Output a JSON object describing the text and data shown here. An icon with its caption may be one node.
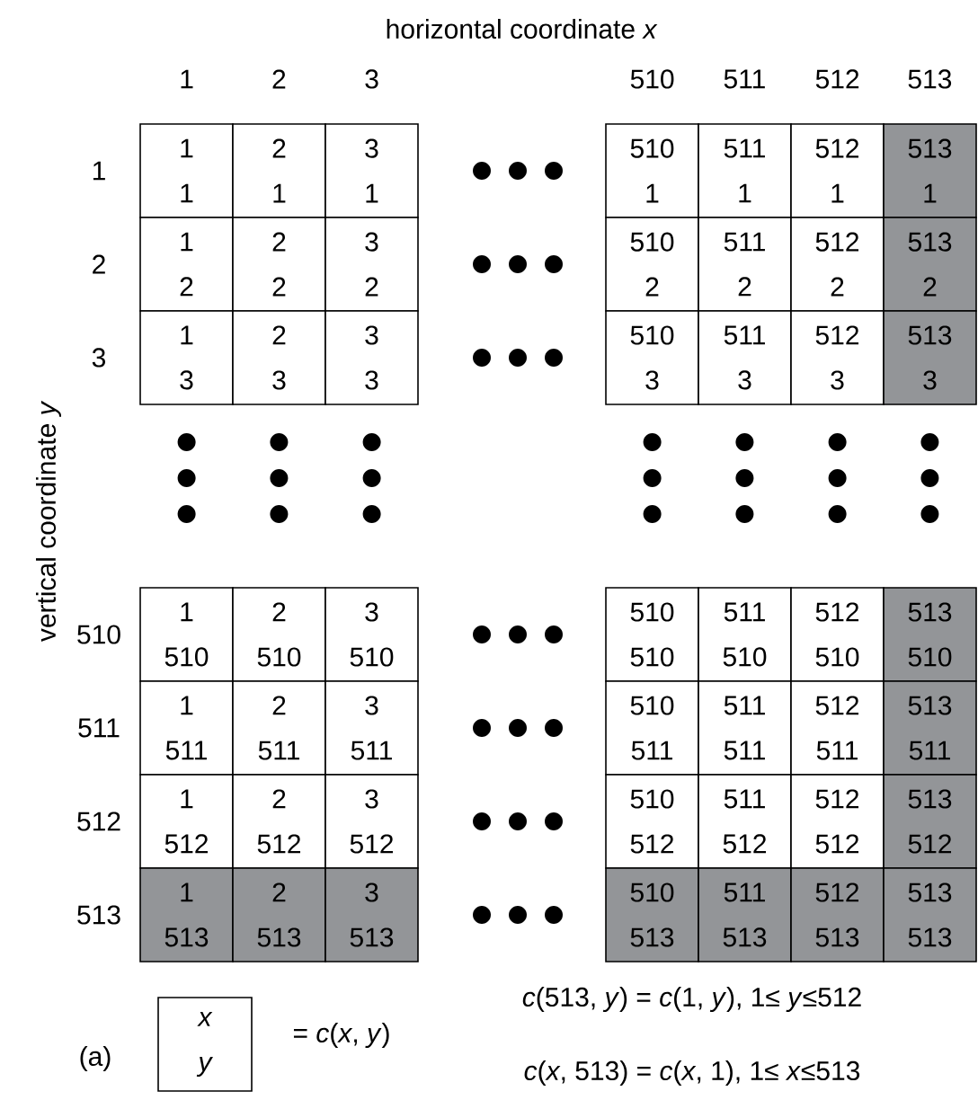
{
  "diagram": {
    "nodes": [
      {
        "text": [
          "1",
          "1"
        ]
      },
      {
        "text": [
          "2",
          "1"
        ]
      },
      {
        "text": [
          "3",
          "1"
        ]
      },
      {
        "text": [
          "510",
          "1"
        ]
      },
      {
        "text": [
          "511",
          "1"
        ]
      },
      {
        "text": [
          "512",
          "1"
        ]
      },
      {
        "text": [
          "513",
          "1"
        ]
      },
      {
        "text": [
          "1",
          "2"
        ]
      },
      {
        "text": [
          "2",
          "2"
        ]
      },
      {
        "text": [
          "3",
          "2"
        ]
      },
      {
        "text": [
          "510",
          "2"
        ]
      },
      {
        "text": [
          "511",
          "2"
        ]
      },
      {
        "text": [
          "512",
          "2"
        ]
      },
      {
        "text": [
          "513",
          "2"
        ]
      },
      {
        "text": [
          "1",
          "3"
        ]
      },
      {
        "text": [
          "2",
          "3"
        ]
      },
      {
        "text": [
          "3",
          "3"
        ]
      },
      {
        "text": [
          "510",
          "3"
        ]
      },
      {
        "text": [
          "511",
          "3"
        ]
      },
      {
        "text": [
          "512",
          "3"
        ]
      },
      {
        "text": [
          "513",
          "3"
        ]
      },
      {
        "text": [
          "1",
          "510"
        ]
      },
      {
        "text": [
          "2",
          "510"
        ]
      },
      {
        "text": [
          "3",
          "510"
        ]
      },
      {
        "text": [
          "510",
          "510"
        ]
      },
      {
        "text": [
          "511",
          "510"
        ]
      },
      {
        "text": [
          "512",
          "510"
        ]
      },
      {
        "text": [
          "513",
          "510"
        ]
      },
      {
        "text": [
          "1",
          "511"
        ]
      },
      {
        "text": [
          "2",
          "511"
        ]
      },
      {
        "text": [
          "3",
          "511"
        ]
      },
      {
        "text": [
          "510",
          "511"
        ]
      },
      {
        "text": [
          "511",
          "511"
        ]
      },
      {
        "text": [
          "512",
          "511"
        ]
      },
      {
        "text": [
          "513",
          "511"
        ]
      },
      {
        "text": [
          "1",
          "512"
        ]
      },
      {
        "text": [
          "2",
          "512"
        ]
      },
      {
        "text": [
          "3",
          "512"
        ]
      },
      {
        "text": [
          "510",
          "512"
        ]
      },
      {
        "text": [
          "511",
          "512"
        ]
      },
      {
        "text": [
          "512",
          "512"
        ]
      },
      {
        "text": [
          "513",
          "512"
        ]
      },
      {
        "text": [
          "1",
          "513"
        ]
      },
      {
        "text": [
          "2",
          "513"
        ]
      },
      {
        "text": [
          "3",
          "513"
        ]
      },
      {
        "text": [
          "510",
          "513"
        ]
      },
      {
        "text": [
          "511",
          "513"
        ]
      },
      {
        "text": [
          "512",
          "513"
        ]
      },
      {
        "text": [
          "513",
          "513"
        ]
      },
      {
        "text": [
          "x",
          "y"
        ]
      }
    ],
    "labels": [
      "horizontal coordinate *x*",
      "1",
      "2",
      "3",
      "510",
      "511",
      "512",
      "513",
      "vertical coordinate *y*",
      "1",
      "2",
      "3",
      "510",
      "511",
      "512",
      "513",
      "(a)",
      "= *c*(*x*, *y*)",
      "*c*(513, *y*) = *c*(1, *y*), 1≤ *y*≤512",
      "*c*(*x*, 513) = *c*(*x*, 1), 1≤ *x*≤513"
    ]
  }
}
